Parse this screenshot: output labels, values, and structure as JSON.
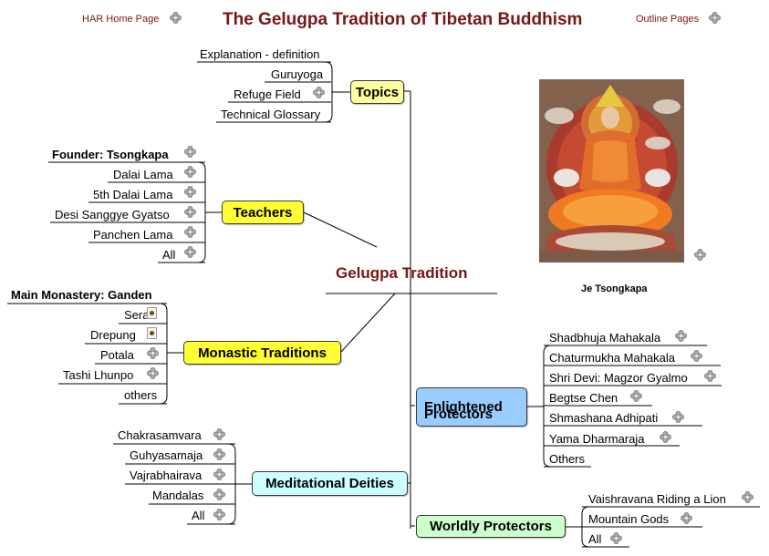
{
  "header": {
    "home_link": "HAR Home Page",
    "title": "The Gelugpa Tradition of Tibetan Buddhism",
    "outline_link": "Outline Pages"
  },
  "center": {
    "label": "Gelugpa Tradition"
  },
  "image": {
    "caption": "Je Tsongkapa",
    "subject": "painting of Je Tsongkapa"
  },
  "topics": {
    "label": "Topics",
    "items": [
      "Explanation - definition",
      "Guruyoga",
      "Refuge Field",
      "Technical Glossary"
    ]
  },
  "teachers": {
    "label": "Teachers",
    "items": [
      "Founder: Tsongkapa",
      "Dalai Lama",
      "5th Dalai Lama",
      "Desi Sanggye Gyatso",
      "Panchen Lama",
      "All"
    ]
  },
  "monastic": {
    "label": "Monastic Traditions",
    "items": [
      "Main Monastery: Ganden",
      "Sera",
      "Drepung",
      "Potala",
      "Tashi Lhunpo",
      "others"
    ]
  },
  "deities": {
    "label": "Meditational Deities",
    "items": [
      "Chakrasamvara",
      "Guhyasamaja",
      "Vajrabhairava",
      "Mandalas",
      "All"
    ]
  },
  "enlightened": {
    "label": "Enlightened Protectors",
    "label_line1": "Enlightened",
    "label_line2": "Protectors",
    "items": [
      "Shadbhuja Mahakala",
      "Chaturmukha Mahakala",
      "Shri Devi: Magzor Gyalmo",
      "Begtse Chen",
      "Shmashana Adhipati",
      "Yama Dharmaraja",
      "Others"
    ]
  },
  "worldly": {
    "label": "Worldly Protectors",
    "items": [
      "Vaishravana Riding a Lion",
      "Mountain Gods",
      "All"
    ]
  },
  "icons": {
    "link_icon": "four-petal-link-icon",
    "doc_icon": "document-icon"
  },
  "colors": {
    "title": "#7a1515",
    "topics_node": "#ffffa0",
    "yellow_node": "#ffff33",
    "enlightened_node": "#99ccff",
    "deities_node": "#ccffff",
    "worldly_node": "#ccffcc"
  }
}
